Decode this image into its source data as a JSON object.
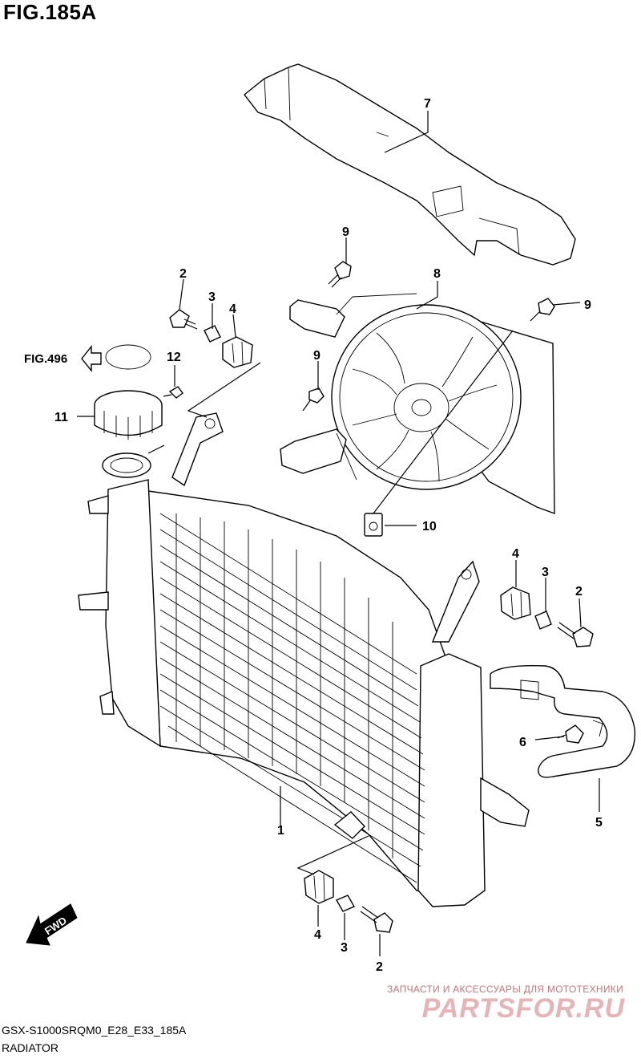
{
  "header": {
    "title": "FIG.185A"
  },
  "footer": {
    "model_code": "GSX-S1000SRQM0_E28_E33_185A",
    "caption": "RADIATOR"
  },
  "watermark": {
    "tagline": "ЗАПЧАСТИ И АКСЕССУАРЫ ДЛЯ МОТОТЕХНИКИ",
    "brand": "PARTSFOR.RU"
  },
  "figure_ref": {
    "label": "FIG.496"
  },
  "direction": {
    "label": "FWD"
  },
  "callouts": {
    "c1": "1",
    "c2a": "2",
    "c2b": "2",
    "c2c": "2",
    "c3a": "3",
    "c3b": "3",
    "c3c": "3",
    "c4a": "4",
    "c4b": "4",
    "c4c": "4",
    "c5": "5",
    "c6": "6",
    "c7": "7",
    "c8": "8",
    "c9a": "9",
    "c9b": "9",
    "c9c": "9",
    "c10": "10",
    "c11": "11",
    "c12": "12"
  }
}
